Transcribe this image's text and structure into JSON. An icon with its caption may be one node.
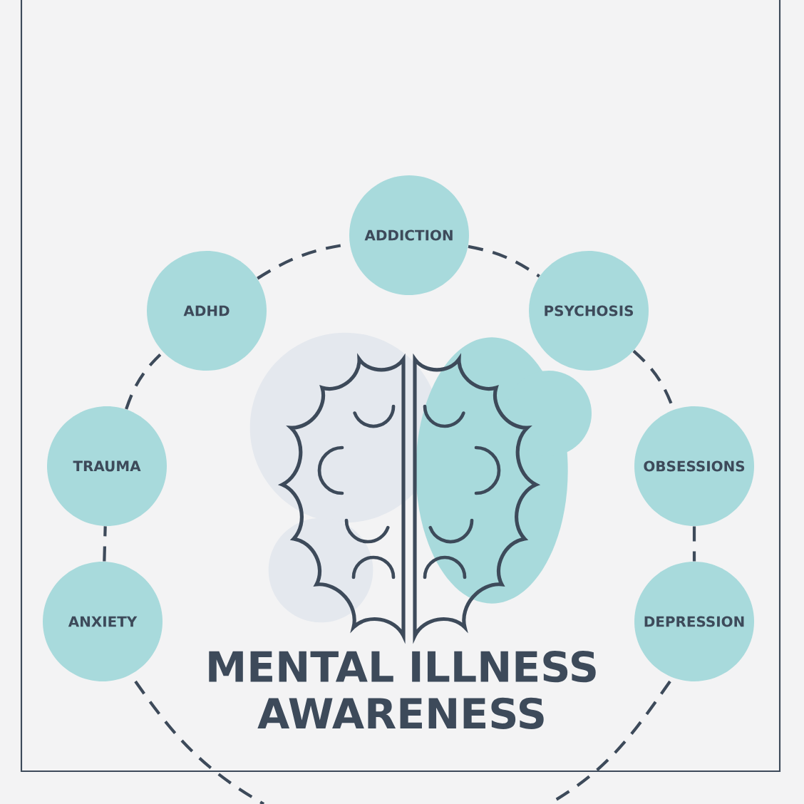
{
  "diagram": {
    "title": "MENTAL ILLNESS AWARENESS",
    "nodes": [
      {
        "text": [
          "ADDICTION"
        ]
      },
      {
        "text": [
          "ADHD"
        ]
      },
      {
        "text": [
          "PSYCHOSIS"
        ]
      },
      {
        "text": [
          "TRAUMA"
        ]
      },
      {
        "text": [
          "OBSESSIONS"
        ]
      },
      {
        "text": [
          "ANXIETY"
        ]
      },
      {
        "text": [
          "DEPRESSION"
        ]
      }
    ],
    "edges": [
      {
        "from": 1,
        "to": 0,
        "arrow": "none",
        "style": "dashed"
      },
      {
        "from": 0,
        "to": 2,
        "arrow": "none",
        "style": "dashed"
      },
      {
        "from": 3,
        "to": 1,
        "arrow": "none",
        "style": "dashed"
      },
      {
        "from": 2,
        "to": 4,
        "arrow": "none",
        "style": "dashed"
      },
      {
        "from": 5,
        "to": 3,
        "arrow": "none",
        "style": "dashed"
      },
      {
        "from": 4,
        "to": 6,
        "arrow": "none",
        "style": "dashed"
      }
    ]
  }
}
